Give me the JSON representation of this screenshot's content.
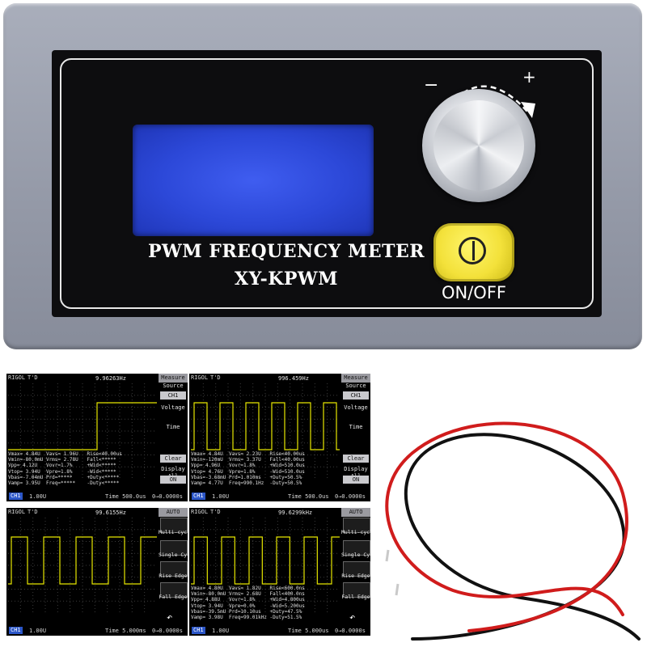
{
  "device": {
    "title_line1": "PWM FREQUENCY METER",
    "title_line2": "XY-KPWM",
    "knob_minus": "−",
    "knob_plus": "+",
    "power_label": "ON/OFF",
    "colors": {
      "case": "#9aa0ad",
      "bezel": "#0d0d0f",
      "lcd": "#2c48d8",
      "button": "#f3e13a"
    }
  },
  "scopes": [
    {
      "brand": "RIGOL",
      "trigger": "T'D",
      "frequency": "9.96263Hz",
      "menu_title": "Measure",
      "menu": [
        "Source",
        "CH1",
        "Voltage",
        "Time",
        "Clear",
        "Display All",
        "ON"
      ],
      "readout": [
        "Vmax= 4.84U  Vavs= 1.96U   Rise<40.00us",
        "Vmin=-80.0mU Vrms= 2.78U   Fall<*****",
        "Vpp= 4.12U   Vovr=1.7%     +Wid<*****",
        "Vtop= 3.94U  Vpre=1.8%     -Wid<*****",
        "Vbas=-7.04mU Prd=*****     +Duty<*****",
        "Vamp= 3.95U  Freq=*****    -Duty<*****"
      ],
      "ch_label": "CH1",
      "ch_volts": "1.00U",
      "timebase": "Time 500.0us",
      "offset": "0→0.0000s"
    },
    {
      "brand": "RIGOL",
      "trigger": "T'D",
      "frequency": "996.459Hz",
      "menu_title": "Measure",
      "menu": [
        "Source",
        "CH1",
        "Voltage",
        "Time",
        "Clear",
        "Display All",
        "ON"
      ],
      "readout": [
        "Vmax= 4.84U  Vavs= 2.23U   Rise<40.00us",
        "Vmin=-120mU  Vrms= 3.37U   Fall<40.00us",
        "Vpp= 4.96U   Vovr=1.8%     +Wid=510.0us",
        "Vtop= 4.76U  Vpre=1.8%     -Wid=510.0us",
        "Vbas=-3.68mU Prd=1.010ms   +Duty=50.5%",
        "Vamp= 4.77U  Freq=990.1Hz  -Duty=50.5%"
      ],
      "ch_label": "CH1",
      "ch_volts": "1.00U",
      "timebase": "Time 500.0us",
      "offset": "0→0.0000s"
    },
    {
      "brand": "RIGOL",
      "trigger": "T'D",
      "frequency": "99.6155Hz",
      "menu_title": "AUTO",
      "menu": [
        "Multi-cycle",
        "Single Cycle",
        "Rise Edge",
        "Fall Edge"
      ],
      "readout": [],
      "ch_label": "CH1",
      "ch_volts": "1.00U",
      "timebase": "Time 5.000ms",
      "offset": "0→0.0000s"
    },
    {
      "brand": "RIGOL",
      "trigger": "T'D",
      "frequency": "99.6299kHz",
      "menu_title": "AUTO",
      "menu": [
        "Multi-cycle",
        "Single Cycle",
        "Rise Edge",
        "Fall Edge"
      ],
      "readout": [
        "Vmax= 4.80U  Vavs= 1.82U   Rise<600.0ns",
        "Vmin=-80.0mU Vrms= 2.68U   Fall<400.0ns",
        "Vpp= 4.88U   Vovr=1.8%     +Wid=4.800us",
        "Vtop= 3.94U  Vpre=0.0%     -Wid=5.200us",
        "Vbas=-39.5mU Prd=10.10us   +Duty=47.5%",
        "Vamp= 3.98U  Freq=99.01kHz -Duty=51.5%"
      ],
      "ch_label": "CH1",
      "ch_volts": "1.00U",
      "timebase": "Time 5.000us",
      "offset": "0→0.0000s"
    }
  ],
  "wires": {
    "colors": [
      "#d01c1c",
      "#111111"
    ]
  }
}
